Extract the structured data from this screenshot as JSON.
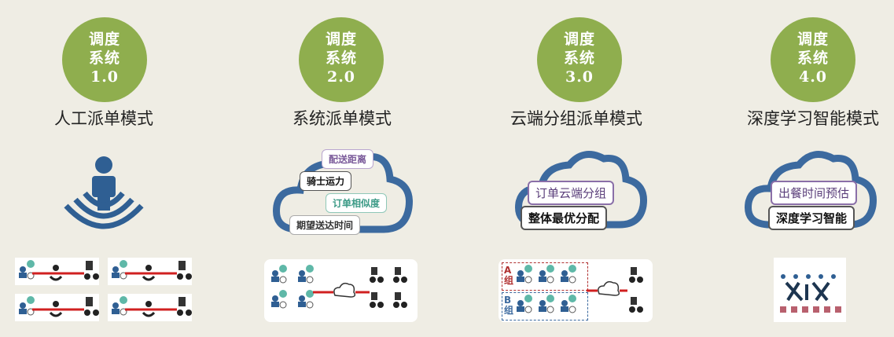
{
  "columns": [
    {
      "badge": [
        "调度",
        "系统",
        "1.0"
      ],
      "mode": "人工派单模式"
    },
    {
      "badge": [
        "调度",
        "系统",
        "2.0"
      ],
      "mode": "系统派单模式"
    },
    {
      "badge": [
        "调度",
        "系统",
        "3.0"
      ],
      "mode": "云端分组派单模式"
    },
    {
      "badge": [
        "调度",
        "系统",
        "4.0"
      ],
      "mode": "深度学习智能模式"
    }
  ],
  "col2_tags": [
    "配送距离",
    "骑士运力",
    "订单相似度",
    "期望送达时间"
  ],
  "col3_tags": [
    "订单云端分组",
    "整体最优分配"
  ],
  "col3_groups": [
    "A组",
    "B组"
  ],
  "col4_tags": [
    "出餐时间预估",
    "深度学习智能"
  ],
  "colors": {
    "badge": "#8fae4e",
    "cloud": "#3c6a9f",
    "background": "#efede4",
    "route": "#d02020"
  }
}
